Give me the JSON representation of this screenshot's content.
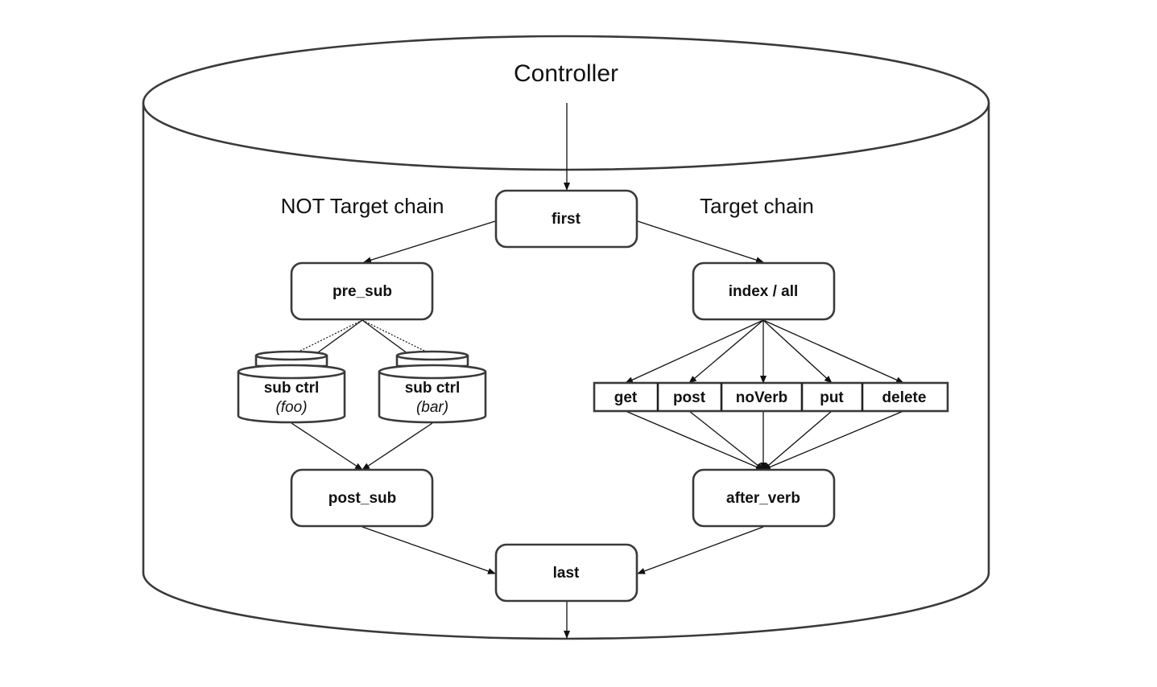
{
  "container": {
    "title": "Controller"
  },
  "section_labels": {
    "not_target": "NOT Target chain",
    "target": "Target chain"
  },
  "nodes": {
    "first": "first",
    "pre_sub": "pre_sub",
    "index_all": "index / all",
    "sub_ctrl_foo": {
      "title": "sub ctrl",
      "sub": "(foo)"
    },
    "sub_ctrl_bar": {
      "title": "sub ctrl",
      "sub": "(bar)"
    },
    "verbs": [
      "get",
      "post",
      "noVerb",
      "put",
      "delete"
    ],
    "post_sub": "post_sub",
    "after_verb": "after_verb",
    "last": "last"
  }
}
